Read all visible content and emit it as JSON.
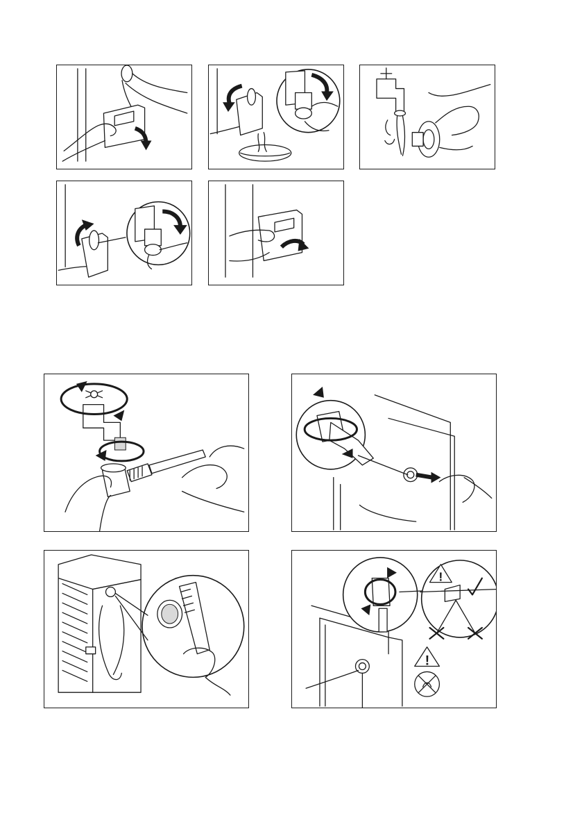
{
  "figures": [
    {
      "id": "pump-step-1",
      "icons": [
        "pump-flap-open-icon",
        "hand-icon",
        "cw-arrow-icon"
      ]
    },
    {
      "id": "pump-step-2",
      "icons": [
        "drain-bowl-icon",
        "pump-filter-unscrew-icon",
        "ccw-arrow-icon"
      ]
    },
    {
      "id": "pump-step-3",
      "icons": [
        "water-tap-icon",
        "filter-rinse-icon"
      ]
    },
    {
      "id": "pump-step-4",
      "icons": [
        "pump-filter-screw-icon",
        "cw-arrow-icon"
      ]
    },
    {
      "id": "pump-step-5",
      "icons": [
        "pump-flap-close-icon",
        "hand-icon"
      ]
    },
    {
      "id": "inlet-step-1",
      "icons": [
        "tap-close-icon",
        "hose-icon",
        "brush-icon"
      ]
    },
    {
      "id": "inlet-step-2",
      "icons": [
        "hose-unscrew-icon",
        "machine-back-icon"
      ]
    },
    {
      "id": "inlet-step-3",
      "icons": [
        "inlet-filter-brush-icon",
        "machine-back-icon"
      ]
    },
    {
      "id": "inlet-step-4",
      "icons": [
        "hose-screw-icon",
        "warning-icon",
        "check-icon",
        "no-leak-icon"
      ]
    }
  ]
}
